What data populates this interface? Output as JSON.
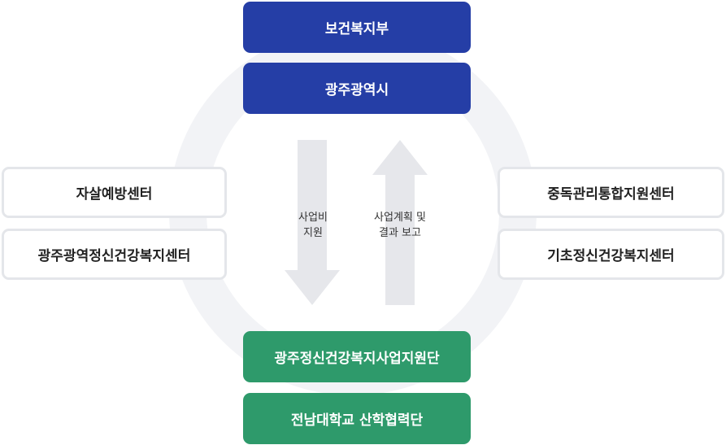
{
  "top": {
    "ministry": "보건복지부",
    "city": "광주광역시"
  },
  "left": {
    "item1": "자살예방센터",
    "item2": "광주광역정신건강복지센터"
  },
  "right": {
    "item1": "중독관리통합지원센터",
    "item2": "기초정신건강복지센터"
  },
  "bottom": {
    "support_group": "광주정신건강복지사업지원단",
    "university": "전남대학교 산학협력단"
  },
  "arrows": {
    "down_label": "사업비\n지원",
    "up_label": "사업계획 및\n결과 보고"
  },
  "colors": {
    "top_boxes": "#253ea6",
    "bottom_boxes": "#2e9a6b",
    "arrows": "#e6e7eb",
    "ring": "#f2f3f6"
  }
}
